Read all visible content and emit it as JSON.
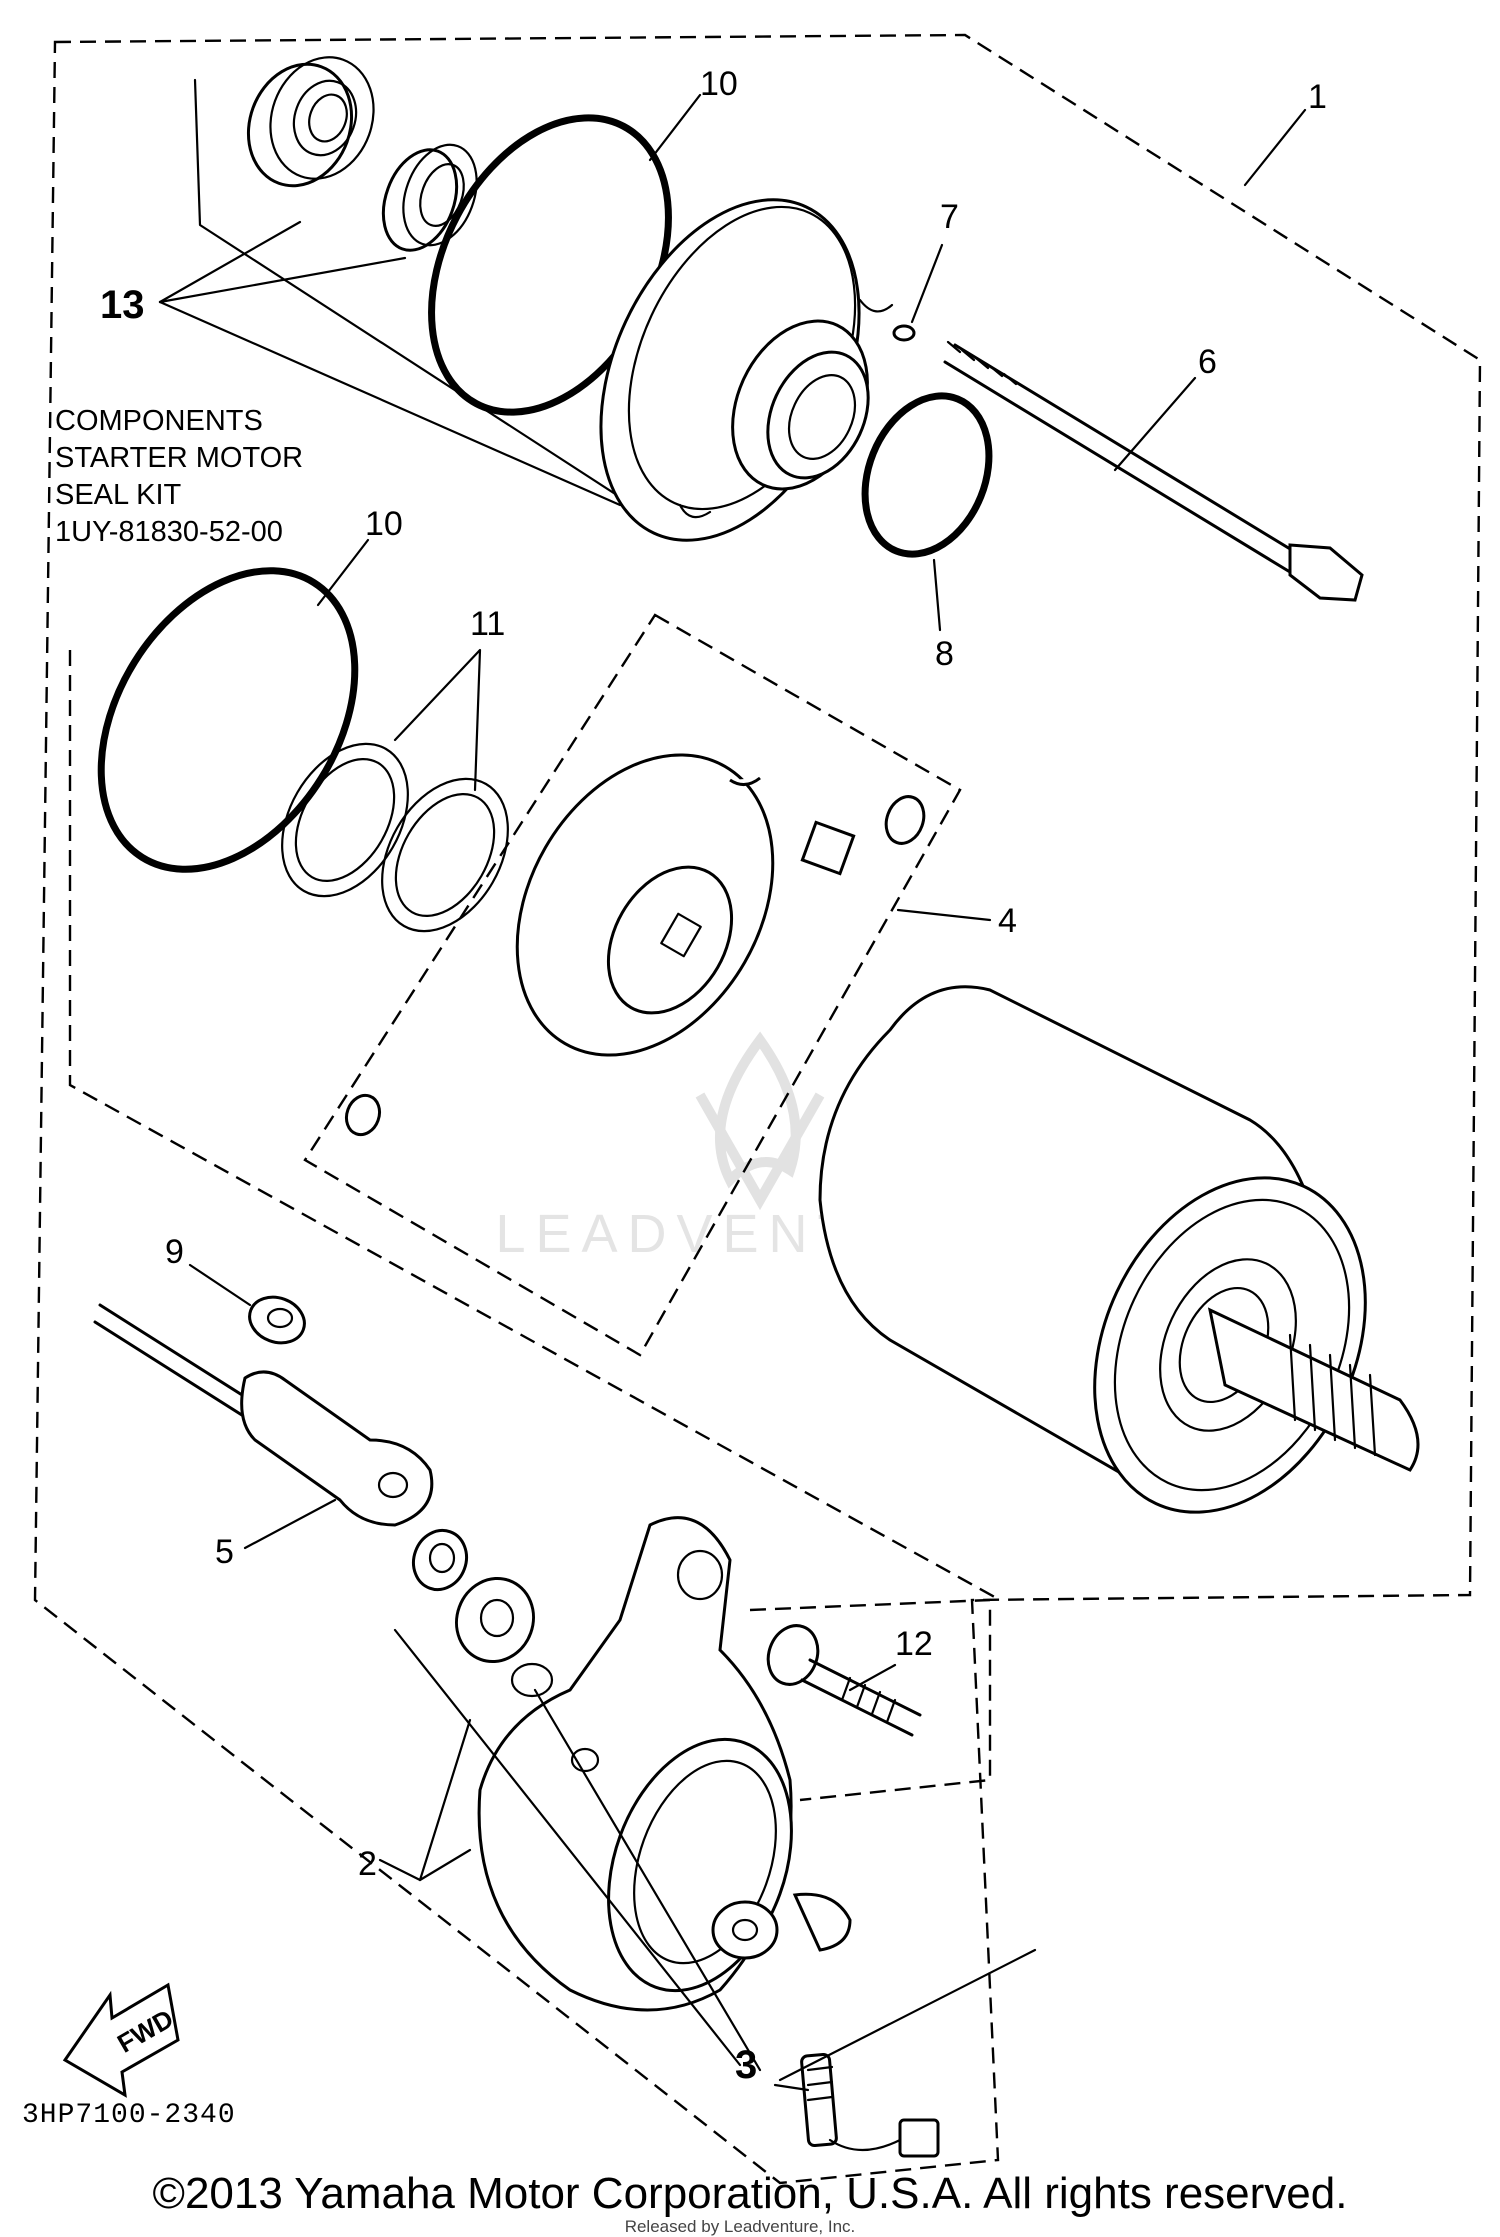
{
  "callouts": {
    "c1": "1",
    "c2": "2",
    "c3": "3",
    "c4": "4",
    "c5": "5",
    "c6": "6",
    "c7": "7",
    "c8": "8",
    "c9": "9",
    "c10a": "10",
    "c10b": "10",
    "c11": "11",
    "c12": "12",
    "c13": "13"
  },
  "kit_label": {
    "line1": "COMPONENTS",
    "line2": "STARTER MOTOR",
    "line3": "SEAL KIT",
    "line4": "1UY-81830-52-00"
  },
  "fwd_label": "FWD",
  "diagram_code": "3HP7100-2340",
  "watermark": "LEADVENTURE",
  "copyright": "©2013 Yamaha Motor Corporation, U.S.A. All rights reserved.",
  "release_note": "Released by Leadventure, Inc."
}
